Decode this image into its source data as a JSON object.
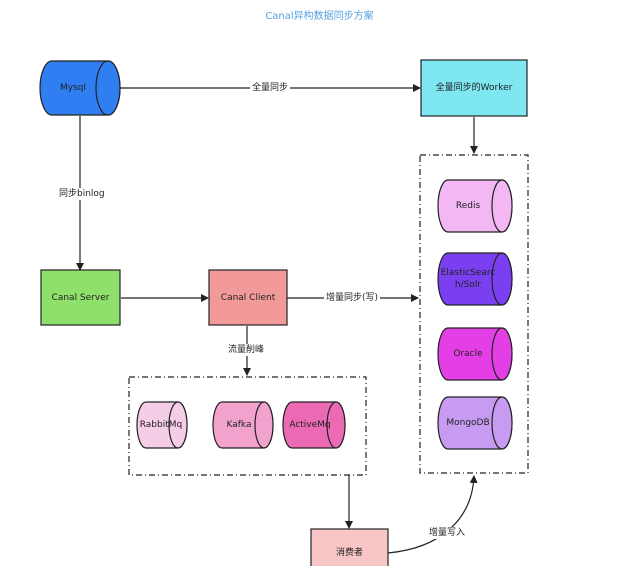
{
  "title": "Canal异构数据同步方案",
  "nodes": {
    "mysql": "Mysql",
    "worker": "全量同步的Worker",
    "canal_server": "Canal Server",
    "canal_client": "Canal Client",
    "redis": "Redis",
    "elasticsearch_line1": "ElasticSearc",
    "elasticsearch_line2": "h/Solr",
    "oracle": "Oracle",
    "mongodb": "MongoDB",
    "rabbitmq": "RabbitMq",
    "kafka": "Kafka",
    "activemq": "ActiveMq",
    "consumer": "消费者"
  },
  "edges": {
    "full_sync": "全量同步",
    "sync_binlog": "同步binlog",
    "incremental_sync": "增量同步(写)",
    "traffic_shaving": "流量削峰",
    "incremental_write": "增量写入"
  },
  "colors": {
    "mysql": "#2f7ff2",
    "worker": "#7ee7f2",
    "canal_server": "#8fe06a",
    "canal_client": "#f29a99",
    "redis": "#f3b7f3",
    "elasticsearch": "#7b3ff2",
    "oracle": "#e43fe6",
    "mongodb": "#c89bf2",
    "rabbitmq": "#f6cde6",
    "kafka": "#f1a3cd",
    "activemq": "#ec6ab4",
    "consumer": "#f8c6c6"
  }
}
